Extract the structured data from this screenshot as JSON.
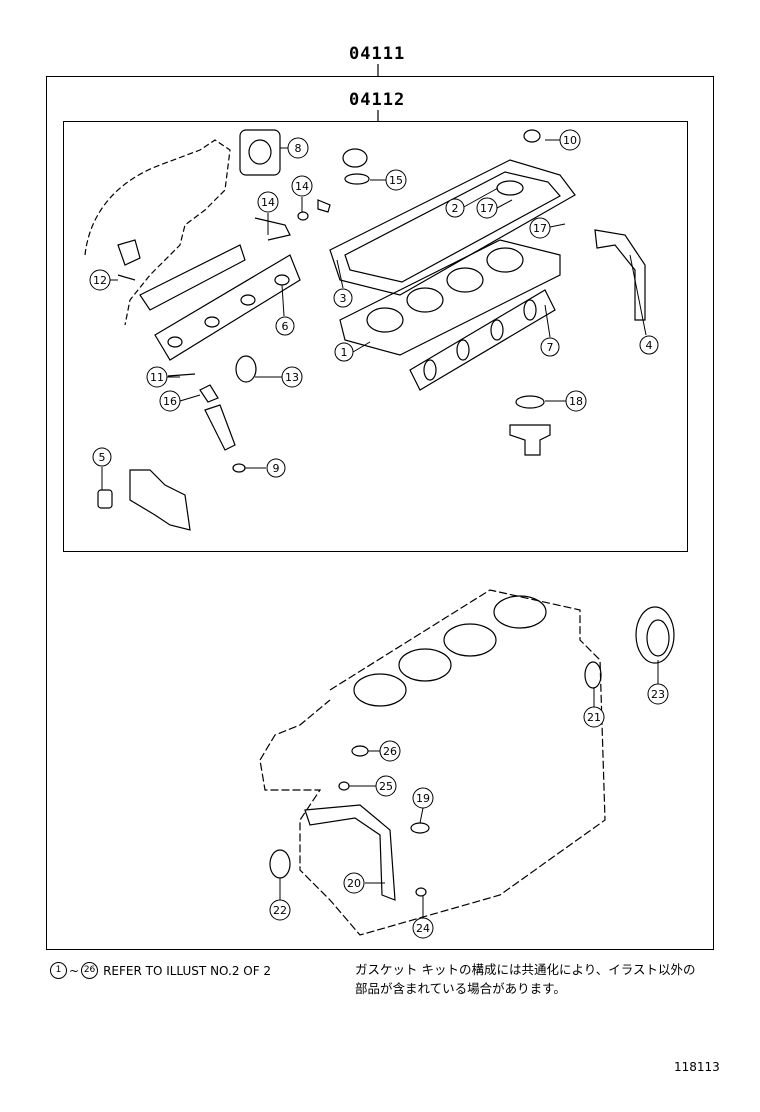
{
  "header": {
    "outer_code": "04111",
    "inner_code": "04112"
  },
  "callouts": [
    "8",
    "10",
    "14",
    "14",
    "15",
    "2",
    "17",
    "17",
    "12",
    "3",
    "6",
    "4",
    "1",
    "7",
    "11",
    "13",
    "16",
    "18",
    "5",
    "9",
    "23",
    "21",
    "26",
    "25",
    "19",
    "20",
    "22",
    "24"
  ],
  "footer": {
    "range_start": "1",
    "range_tilde": "~",
    "range_end": "26",
    "refer_text": "REFER TO ILLUST NO.2 OF 2",
    "note_line1": "ガスケット キットの構成には共通化により、イラスト以外の",
    "note_line2": "部品が含まれている場合があります。"
  },
  "figure_number": "118113"
}
